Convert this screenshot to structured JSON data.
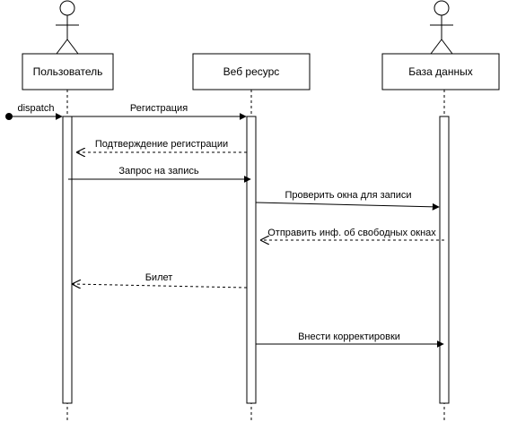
{
  "participants": [
    {
      "id": "user",
      "label": "Пользователь",
      "actor": true
    },
    {
      "id": "web",
      "label": "Веб ресурс",
      "actor": false
    },
    {
      "id": "db",
      "label": "База данных",
      "actor": true
    }
  ],
  "messages": [
    {
      "label": "dispatch",
      "from": "start",
      "to": "user",
      "style": "found"
    },
    {
      "label": "Регистрация",
      "from": "user",
      "to": "web",
      "style": "sync"
    },
    {
      "label": "Подтверждение регистрации",
      "from": "web",
      "to": "user",
      "style": "return"
    },
    {
      "label": "Запрос на запись",
      "from": "user",
      "to": "web",
      "style": "sync"
    },
    {
      "label": "Проверить окна для записи",
      "from": "web",
      "to": "db",
      "style": "sync"
    },
    {
      "label": "Отправить инф. об свободных окнах",
      "from": "db",
      "to": "web",
      "style": "return"
    },
    {
      "label": "Билет",
      "from": "web",
      "to": "user",
      "style": "return"
    },
    {
      "label": "Внести корректировки",
      "from": "web",
      "to": "db",
      "style": "sync"
    }
  ]
}
